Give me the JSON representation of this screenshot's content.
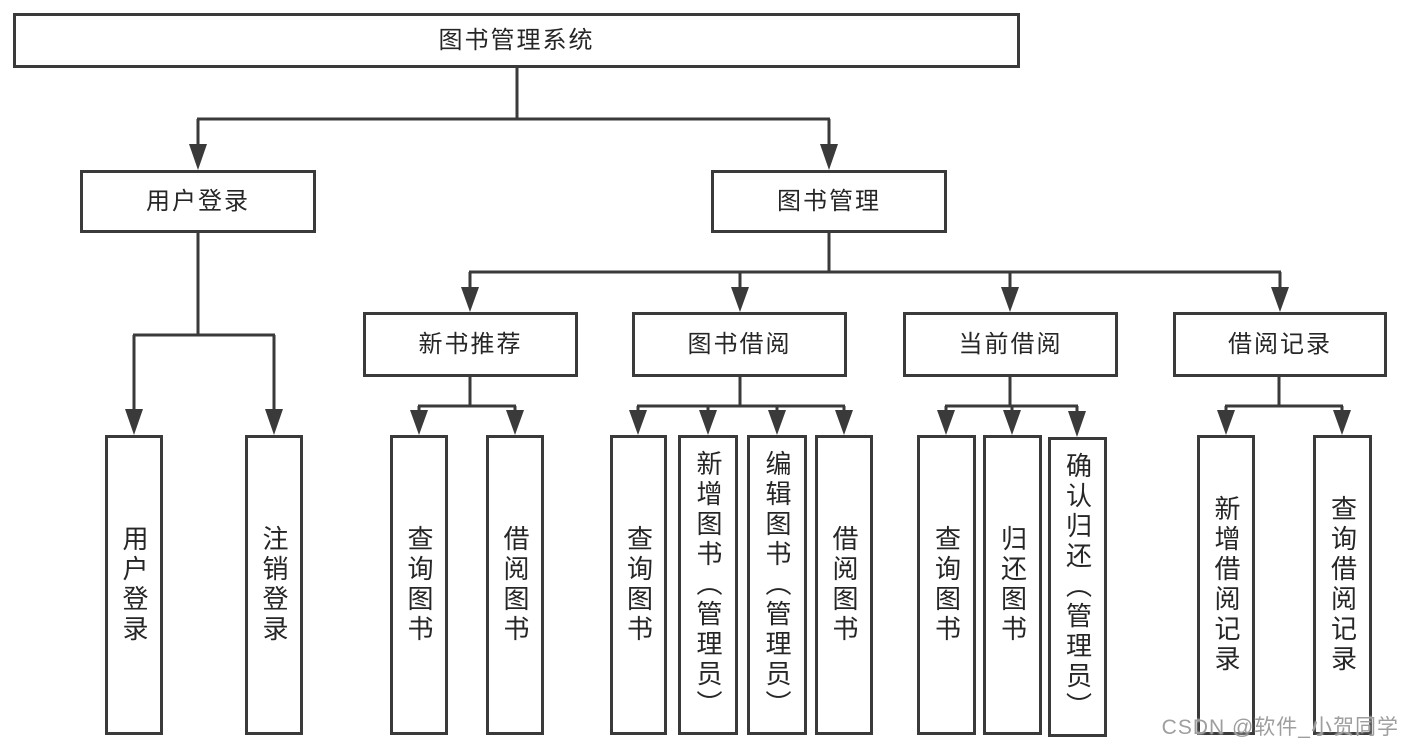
{
  "diagram_title": "图书管理系统",
  "colors": {
    "line": "#3a3a3a",
    "box_border": "#3a3a3a",
    "text": "#262626",
    "watermark": "#9e9e9e",
    "background": "#ffffff"
  },
  "tree": {
    "root": {
      "label": "图书管理系统"
    },
    "level2": [
      {
        "label": "用户登录",
        "children": [
          {
            "label": "用户登录"
          },
          {
            "label": "注销登录"
          }
        ]
      },
      {
        "label": "图书管理",
        "children": [
          {
            "label": "新书推荐",
            "children": [
              {
                "label": "查询图书"
              },
              {
                "label": "借阅图书"
              }
            ]
          },
          {
            "label": "图书借阅",
            "children": [
              {
                "label": "查询图书"
              },
              {
                "label": "新增图书（管理员）"
              },
              {
                "label": "编辑图书（管理员）"
              },
              {
                "label": "借阅图书"
              }
            ]
          },
          {
            "label": "当前借阅",
            "children": [
              {
                "label": "查询图书"
              },
              {
                "label": "归还图书"
              },
              {
                "label": "确认归还（管理员）"
              }
            ]
          },
          {
            "label": "借阅记录",
            "children": [
              {
                "label": "新增借阅记录"
              },
              {
                "label": "查询借阅记录"
              }
            ]
          }
        ]
      }
    ]
  },
  "watermark": {
    "text": "CSDN @软件_小贺同学"
  }
}
